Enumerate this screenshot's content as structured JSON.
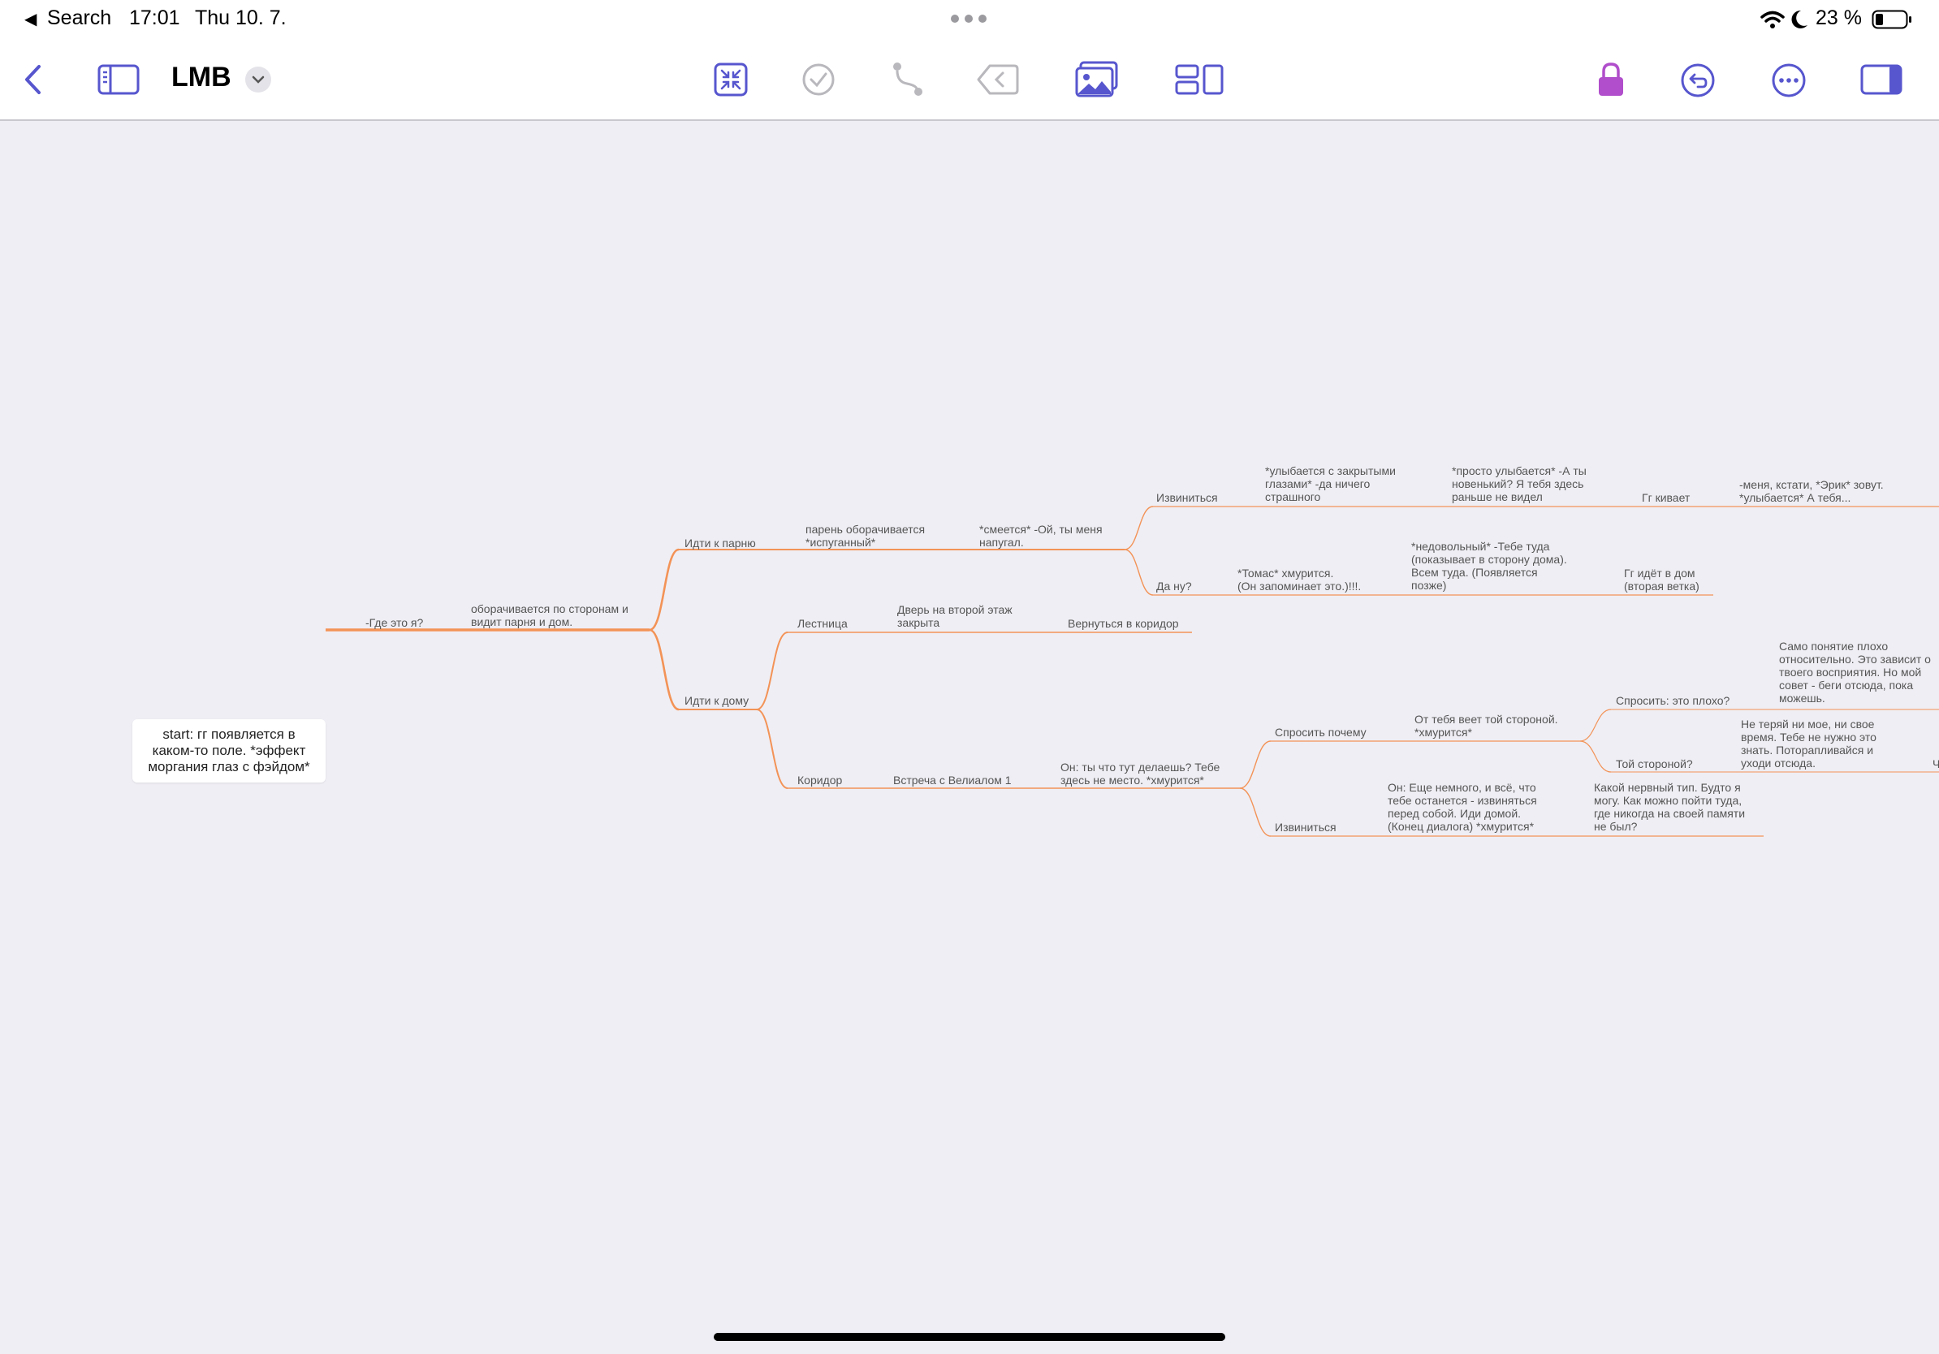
{
  "status_bar": {
    "back_app": "Search",
    "time": "17:01",
    "date": "Thu 10. 7.",
    "battery": "23 %"
  },
  "toolbar": {
    "title": "LMB",
    "accent": "#5756ce",
    "lock_color": "#b04ecb",
    "icons": [
      "back-chevron-icon",
      "sidebar-icon",
      "title-chevron-down-icon",
      "focus-collapse-icon",
      "checkmark-icon",
      "connection-icon",
      "tag-icon",
      "image-icon",
      "layout-icon",
      "lock-icon",
      "undo-icon",
      "more-icon",
      "inspector-icon"
    ]
  },
  "mindmap": {
    "line_color": "#f39357",
    "root": "start: гг появляется в\nкаком-то поле. *эффект\nморгания глаз с фэйдом*",
    "nodes": [
      {
        "id": "n1",
        "text": "-Где это я?"
      },
      {
        "id": "n2",
        "text": "оборачивается по сторонам и\nвидит парня и дом."
      },
      {
        "id": "n3",
        "text": "Идти к парню"
      },
      {
        "id": "n4",
        "text": "парень оборачивается\n*испуганный*"
      },
      {
        "id": "n5",
        "text": "*смеется* -Ой, ты меня\nнапугал."
      },
      {
        "id": "n6",
        "text": "Извиниться"
      },
      {
        "id": "n7",
        "text": "*улыбается с закрытыми\nглазами* -да ничего\nстрашного"
      },
      {
        "id": "n8",
        "text": "*просто улыбается* -А ты\nновенький? Я тебя здесь\nраньше не видел"
      },
      {
        "id": "n9",
        "text": "Гг кивает"
      },
      {
        "id": "n10",
        "text": "-меня, кстати, *Эрик* зовут.\n*улыбается* А тебя..."
      },
      {
        "id": "n11",
        "text": "Да ну?"
      },
      {
        "id": "n12",
        "text": "*Томас* хмурится.\n(Он запоминает это.)!!!."
      },
      {
        "id": "n13",
        "text": "*недовольный* -Тебе туда\n(показывает в сторону дома).\nВсем туда. (Появляется\nпозже)"
      },
      {
        "id": "n14",
        "text": "Гг идёт в дом\n(вторая ветка)"
      },
      {
        "id": "n15",
        "text": "Идти к дому"
      },
      {
        "id": "n16",
        "text": "Лестница"
      },
      {
        "id": "n17",
        "text": "Дверь на второй этаж\nзакрыта"
      },
      {
        "id": "n18",
        "text": "Вернуться в коридор"
      },
      {
        "id": "n19",
        "text": "Коридор"
      },
      {
        "id": "n20",
        "text": "Встреча с Велиалом 1"
      },
      {
        "id": "n21",
        "text": "Он: ты что тут делаешь? Тебе\nздесь не место. *хмурится*"
      },
      {
        "id": "n22",
        "text": "Спросить почему"
      },
      {
        "id": "n23",
        "text": "От тебя веет той стороной.\n*хмурится*"
      },
      {
        "id": "n24",
        "text": "Спросить: это плохо?"
      },
      {
        "id": "n25",
        "text": "Само понятие плохо\nотносительно. Это зависит о\nтвоего восприятия. Но мой\nсовет - беги отсюда, пока\nможешь."
      },
      {
        "id": "n26",
        "text": "Той стороной?"
      },
      {
        "id": "n27",
        "text": "Не теряй ни мое, ни свое\nвремя. Тебе не нужно это\nзнать. Поторапливайся и\nуходи отсюда."
      },
      {
        "id": "n28",
        "text": "Ч"
      },
      {
        "id": "n29",
        "text": "Извиниться"
      },
      {
        "id": "n30",
        "text": "Он: Еще немного, и всё, что\nтебе останется - извиняться\nперед собой. Иди домой.\n(Конец диалога) *хмурится*"
      },
      {
        "id": "n31",
        "text": "Какой нервный тип. Будто я\nмогу. Как можно пойти туда,\nгде никогда на своей памяти\nне был?"
      }
    ]
  }
}
